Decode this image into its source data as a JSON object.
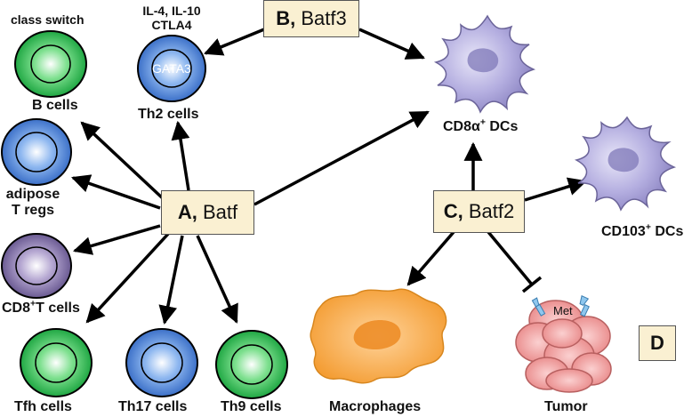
{
  "factors": {
    "batf": {
      "letter": "A,",
      "name": "Batf"
    },
    "batf3": {
      "letter": "B,",
      "name": "Batf3"
    },
    "batf2": {
      "letter": "C,",
      "name": "Batf2"
    },
    "panel_d": "D"
  },
  "labels": {
    "class_switch": "class switch",
    "b_cells": "B cells",
    "th2_cytokines_line1": "IL-4, IL-10",
    "th2_cytokines_line2": "CTLA4",
    "gata3": "GATA3",
    "th2_cells": "Th2 cells",
    "adipose_line1": "adipose",
    "adipose_line2": "T regs",
    "cd8_t_prefix": "CD8",
    "cd8_t_sup": "+",
    "cd8_t_suffix": "T cells",
    "tfh_cells": "Tfh cells",
    "th17_cells": "Th17 cells",
    "th9_cells": "Th9 cells",
    "cd8a_dc_prefix": "CD8α",
    "cd8a_dc_sup": "+",
    "cd8a_dc_suffix": " DCs",
    "cd103_dc_prefix": "CD103",
    "cd103_dc_sup": "+",
    "cd103_dc_suffix": " DCs",
    "macrophages": "Macrophages",
    "met": "Met",
    "tumor": "Tumor"
  },
  "colors": {
    "green_cell": "#22b14c",
    "blue_cell": "#4a7fd0",
    "purple_cell": "#7b6aa0",
    "dc_cell": "#a9a3d6",
    "macrophage": "#f6a23c",
    "tumor": "#f2a0a0",
    "box_fill": "#faf0d2"
  }
}
